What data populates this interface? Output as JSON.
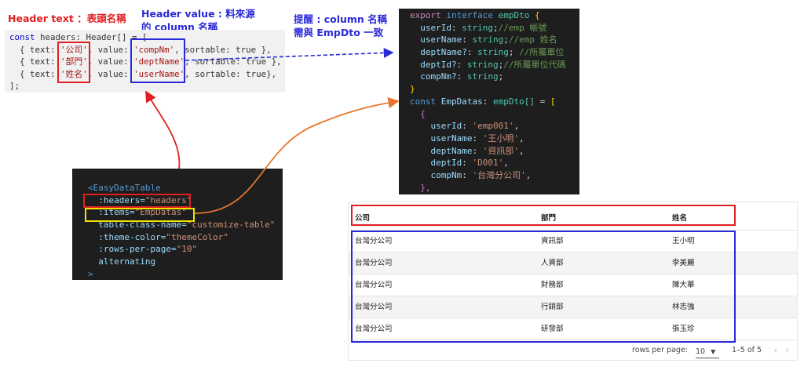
{
  "annotations": {
    "header_text": "Header text ：表頭名稱",
    "header_value_1": "Header value : 料來源",
    "header_value_2": "的 column 名稱",
    "reminder_1": "提醒 : column 名稱",
    "reminder_2": "需與 EmpDto 一致"
  },
  "headers_code": {
    "line1": {
      "kw": "const",
      "rest": " headers: Header[] = ["
    },
    "rows": [
      {
        "p1": "  { text: ",
        "text": "'公司'",
        "p2": ", value: ",
        "value": "'compNm'",
        "p3": ", sortable: true },"
      },
      {
        "p1": "  { text: ",
        "text": "'部門'",
        "p2": ", value: ",
        "value": "'deptName'",
        "p3": ", sortable: true },"
      },
      {
        "p1": "  { text: ",
        "text": "'姓名'",
        "p2": ", value: ",
        "value": "'userName'",
        "p3": ", sortable: true},"
      }
    ],
    "close": "];"
  },
  "dto_code": {
    "export_kw": "export",
    "interface_kw": "interface",
    "interface_name": "empDto",
    "open_brace": "{",
    "fields": [
      {
        "name": "userId",
        "type": "string",
        "comment": "//emp 帳號"
      },
      {
        "name": "userName",
        "type": "string",
        "comment": "//emp 姓名"
      },
      {
        "name": "deptName?",
        "type": "string",
        "comment": " //所屬單位"
      },
      {
        "name": "deptId?",
        "type": "string",
        "comment": "//所屬單位代碼"
      },
      {
        "name": "compNm?",
        "type": "string",
        "comment": ""
      }
    ],
    "close_brace": "}",
    "const_kw": "const",
    "const_name": "EmpDatas",
    "const_type": "empDto[]",
    "array_open": "[",
    "object_open": "{",
    "data": [
      {
        "key": "userId",
        "value": "'emp001'"
      },
      {
        "key": "userName",
        "value": "'王小明'"
      },
      {
        "key": "deptName",
        "value": "'資訊部'"
      },
      {
        "key": "deptId",
        "value": "'D001'"
      },
      {
        "key": "compNm",
        "value": "'台灣分公司'"
      }
    ],
    "object_close": "},"
  },
  "component_code": {
    "tag_open": "<EasyDataTable",
    "props": [
      {
        "attr": ":headers=",
        "val": "\"headers\""
      },
      {
        "attr": ":items=",
        "val": "\"EmpDatas\""
      },
      {
        "attr": "table-class-name=",
        "val": "\"customize-table\""
      },
      {
        "attr": ":theme-color=",
        "val": "\"themeColor\""
      },
      {
        "attr": ":rows-per-page=",
        "val": "\"10\""
      },
      {
        "attr": "alternating",
        "val": ""
      }
    ],
    "tag_close": ">"
  },
  "table": {
    "columns": [
      "公司",
      "部門",
      "姓名"
    ],
    "rows": [
      [
        "台灣分公司",
        "資訊部",
        "王小明"
      ],
      [
        "台灣分公司",
        "人資部",
        "李美麗"
      ],
      [
        "台灣分公司",
        "財務部",
        "陳大華"
      ],
      [
        "台灣分公司",
        "行銷部",
        "林志強"
      ],
      [
        "台灣分公司",
        "研發部",
        "張玉珍"
      ]
    ],
    "footer": {
      "rows_per_page_label": "rows per page:",
      "rows_per_page_value": "10",
      "range": "1–5 of 5",
      "prev_icon": "‹",
      "next_icon": "›"
    }
  },
  "colors": {
    "annotation_red": "#e02020",
    "annotation_blue": "#2a2ad8",
    "arrow_orange": "#e8772e",
    "highlight_yellow": "#f2e200"
  }
}
